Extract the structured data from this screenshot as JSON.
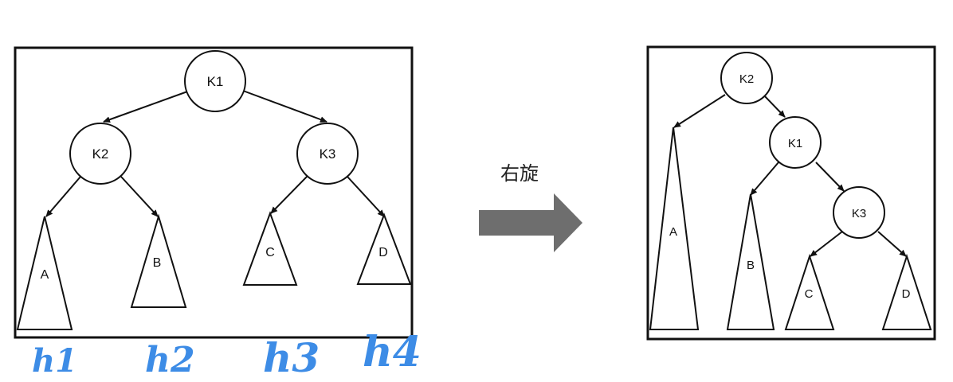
{
  "left_tree": {
    "nodes": [
      {
        "id": "k1",
        "label": "K1"
      },
      {
        "id": "k2",
        "label": "K2"
      },
      {
        "id": "k3",
        "label": "K3"
      }
    ],
    "subtrees": [
      {
        "id": "a",
        "label": "A"
      },
      {
        "id": "b",
        "label": "B"
      },
      {
        "id": "c",
        "label": "C"
      },
      {
        "id": "d",
        "label": "D"
      }
    ],
    "height_marks": [
      "h1",
      "h2",
      "h3",
      "h4"
    ]
  },
  "operation": {
    "label": "右旋",
    "arrow_color": "#6e6e6e"
  },
  "right_tree": {
    "nodes": [
      {
        "id": "k2",
        "label": "K2"
      },
      {
        "id": "k1",
        "label": "K1"
      },
      {
        "id": "k3",
        "label": "K3"
      }
    ],
    "subtrees": [
      {
        "id": "a",
        "label": "A"
      },
      {
        "id": "b",
        "label": "B"
      },
      {
        "id": "c",
        "label": "C"
      },
      {
        "id": "d",
        "label": "D"
      }
    ]
  },
  "colors": {
    "line": "#111111",
    "handwriting": "#3d8ce6"
  }
}
